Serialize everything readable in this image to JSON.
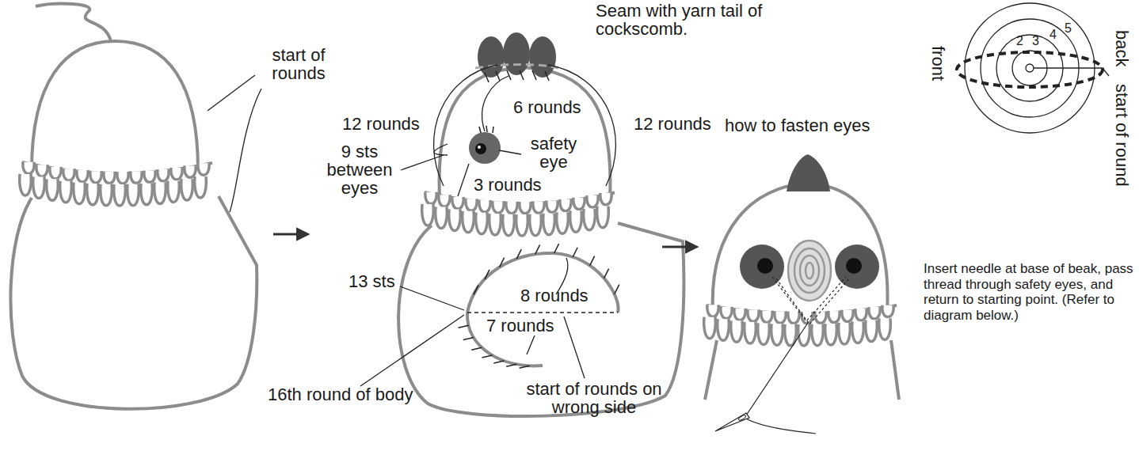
{
  "diagram": {
    "labels": [
      "start of rounds",
      "Seam with yarn tail of cockscomb.",
      "12 rounds",
      "6 rounds",
      "12 rounds",
      "9 sts between eyes",
      "safety eye",
      "3 rounds",
      "13 sts",
      "8 rounds",
      "7 rounds",
      "16th round of body",
      "start of rounds on wrong side",
      "how to fasten eyes",
      "Insert needle at base of beak, pass thread through safety eyes, and return to starting point. (Refer to diagram below.)",
      "front",
      "back",
      "start of round",
      "2",
      "3",
      "4",
      "5"
    ]
  }
}
